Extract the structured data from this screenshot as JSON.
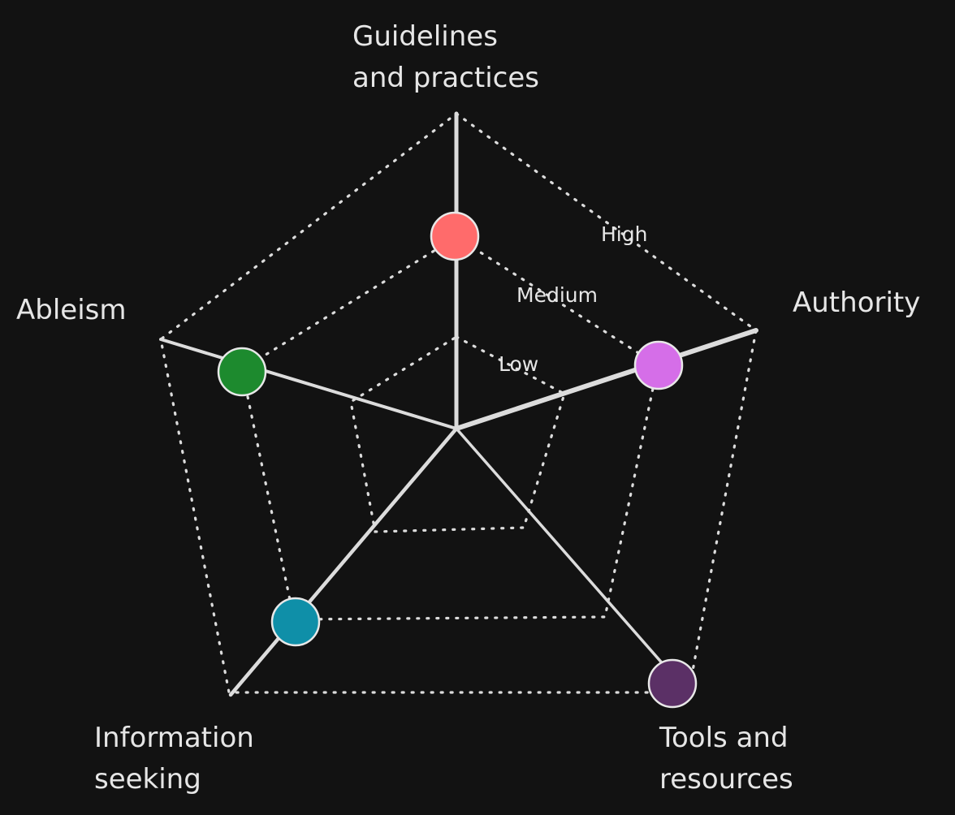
{
  "diagram": {
    "axes": [
      {
        "id": "guidelines",
        "lines": [
          "Guidelines",
          "and practices"
        ]
      },
      {
        "id": "authority",
        "lines": [
          "Authority"
        ]
      },
      {
        "id": "tools",
        "lines": [
          "Tools and",
          "resources"
        ]
      },
      {
        "id": "information",
        "lines": [
          "Information",
          "seeking"
        ]
      },
      {
        "id": "ableism",
        "lines": [
          "Ableism"
        ]
      }
    ],
    "levels": [
      "Low",
      "Medium",
      "High"
    ],
    "markers": [
      {
        "axis": "guidelines",
        "level": "Medium",
        "color": "#ff6b6b"
      },
      {
        "axis": "authority",
        "level": "Medium",
        "color": "#d56ee8"
      },
      {
        "axis": "tools",
        "level": "High",
        "color": "#5b3066"
      },
      {
        "axis": "information",
        "level": "Medium",
        "color": "#0f8fa8"
      },
      {
        "axis": "ableism",
        "level": "Medium",
        "color": "#1d8a2e"
      }
    ],
    "colors": {
      "background": "#121212",
      "lines": "#dcdcdc",
      "text": "#e6e6e6"
    }
  }
}
